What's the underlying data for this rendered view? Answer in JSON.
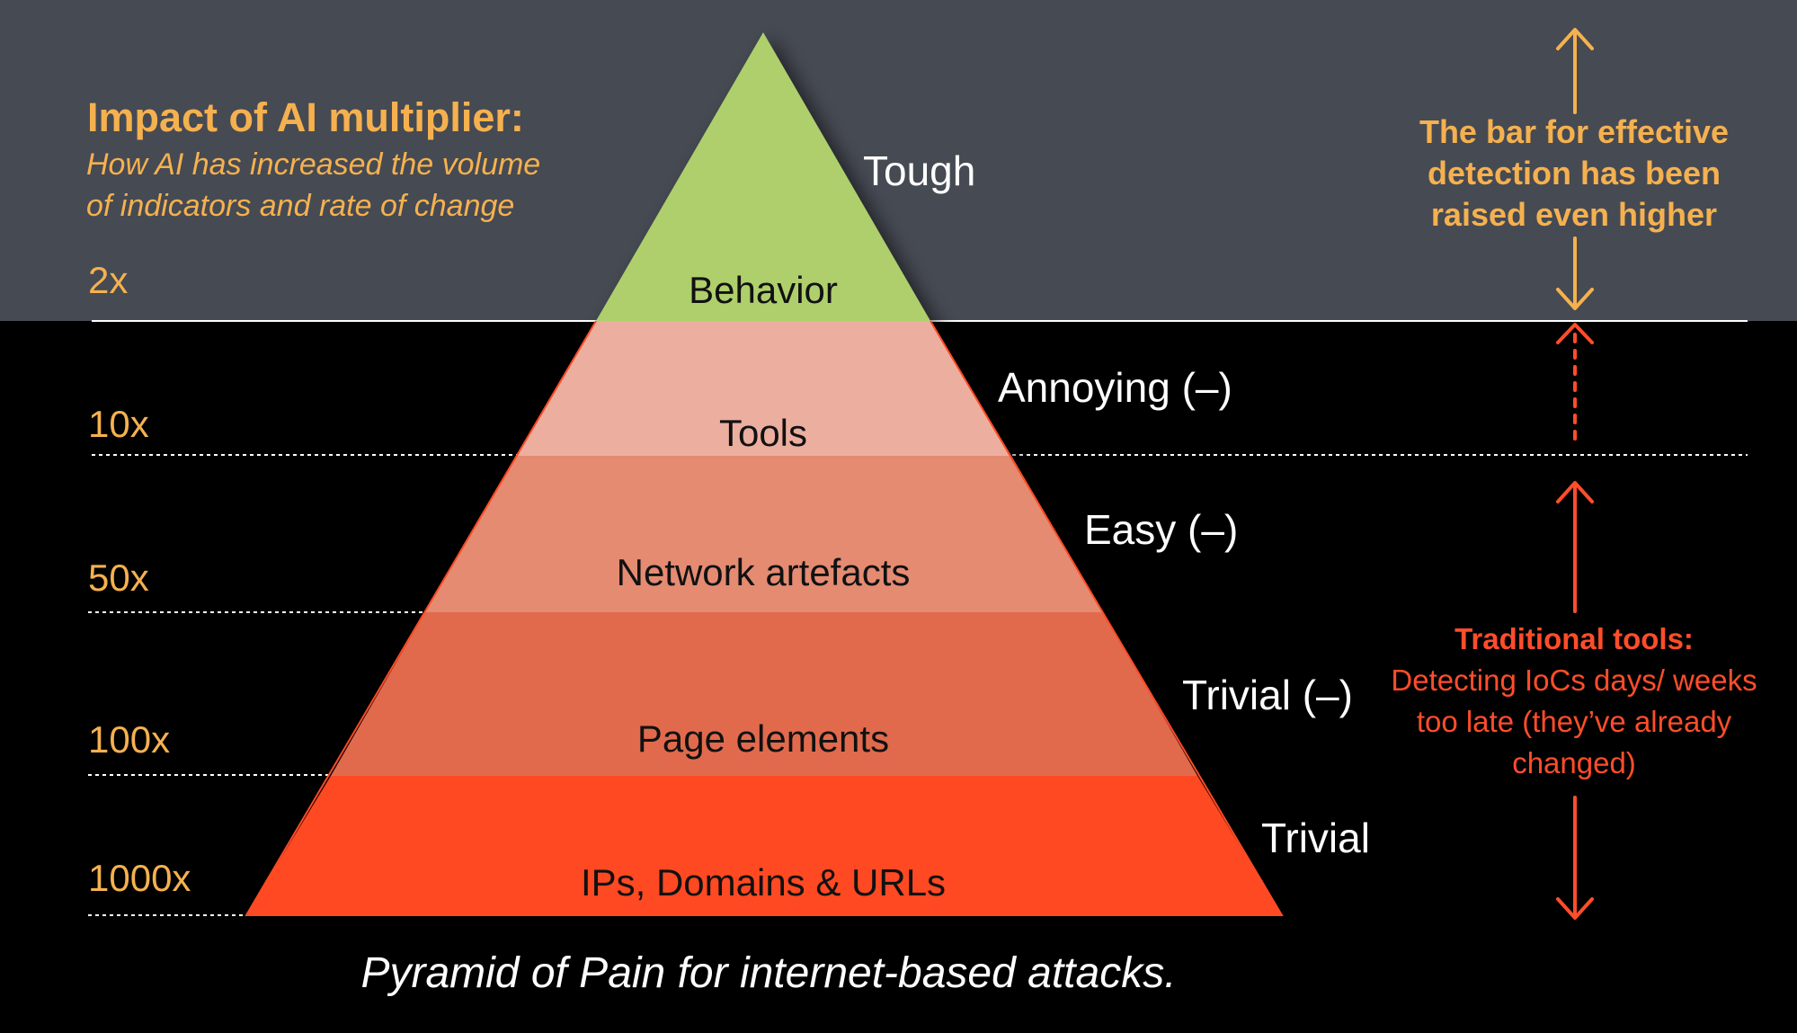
{
  "title": "Impact of AI multiplier:",
  "subtitle_lines": [
    "How AI has increased the volume",
    "of indicators and rate of change"
  ],
  "multipliers": [
    "2x",
    "10x",
    "50x",
    "100x",
    "1000x"
  ],
  "layers": [
    "Behavior",
    "Tools",
    "Network artefacts",
    "Page elements",
    "IPs, Domains & URLs"
  ],
  "difficulty": [
    "Tough",
    "Annoying (–)",
    "Easy (–)",
    "Trivial (–)",
    "Trivial"
  ],
  "note_top": "The bar for effective detection has been raised even higher",
  "note_bottom_heading": "Traditional tools:",
  "note_bottom_body": "Detecting IoCs days/ weeks too late (they’ve already changed)",
  "caption": "Pyramid of Pain for internet-based attacks.",
  "colors": {
    "top_background": "#464A53",
    "bottom_background": "#000000",
    "behavior": "#AECF6C",
    "tools": "#ECAE9F",
    "network": "#E48B72",
    "page": "#E16A4D",
    "ips": "#FF4A24",
    "accent_orange": "#F5B14F",
    "accent_red": "#FF4D2A"
  },
  "icons": [
    "arrow-up-icon",
    "arrow-down-icon",
    "dotted-arrow-up-icon",
    "double-arrow-icon"
  ]
}
